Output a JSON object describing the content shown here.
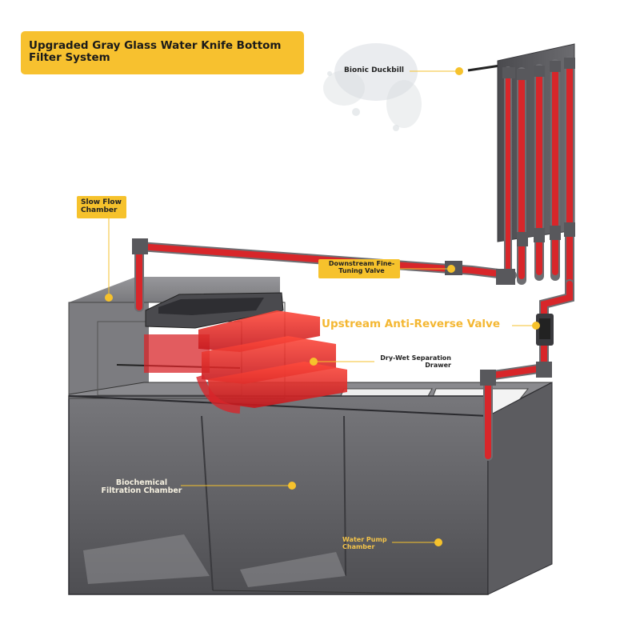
{
  "title": "Upgraded Gray Glass Water Knife Bottom Filter System",
  "callouts": {
    "bionic_duckbill": "Bionic Duckbill",
    "slow_flow_chamber": "Slow Flow Chamber",
    "downstream_valve": "Downstream Fine-Tuning Valve",
    "upstream_valve": "Upstream Anti-Reverse Valve",
    "dry_wet_drawer": "Dry-Wet Separation Drawer",
    "biochemical_chamber": "Biochemical Filtration Chamber",
    "water_pump_chamber": "Water Pump Chamber"
  },
  "colors": {
    "banner": "#f7c12f",
    "pipe": "#d8262a",
    "glass": "#5a5a5e",
    "dot": "#f6c22c"
  }
}
